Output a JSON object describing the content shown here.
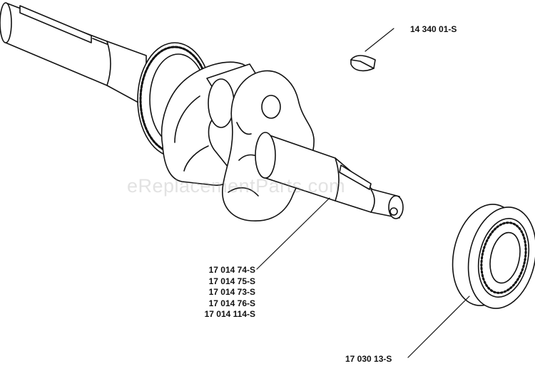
{
  "callouts": {
    "key_part": "14 340 01-S",
    "crankshaft_parts": [
      "17 014 74-S",
      "17 014 75-S",
      "17 014 73-S",
      "17 014 76-S",
      "17 014 114-S"
    ],
    "bearing_part": "17 030 13-S"
  },
  "watermark": "eReplacementParts.com",
  "colors": {
    "line": "#111111",
    "background": "#ffffff",
    "watermark": "#969696"
  }
}
